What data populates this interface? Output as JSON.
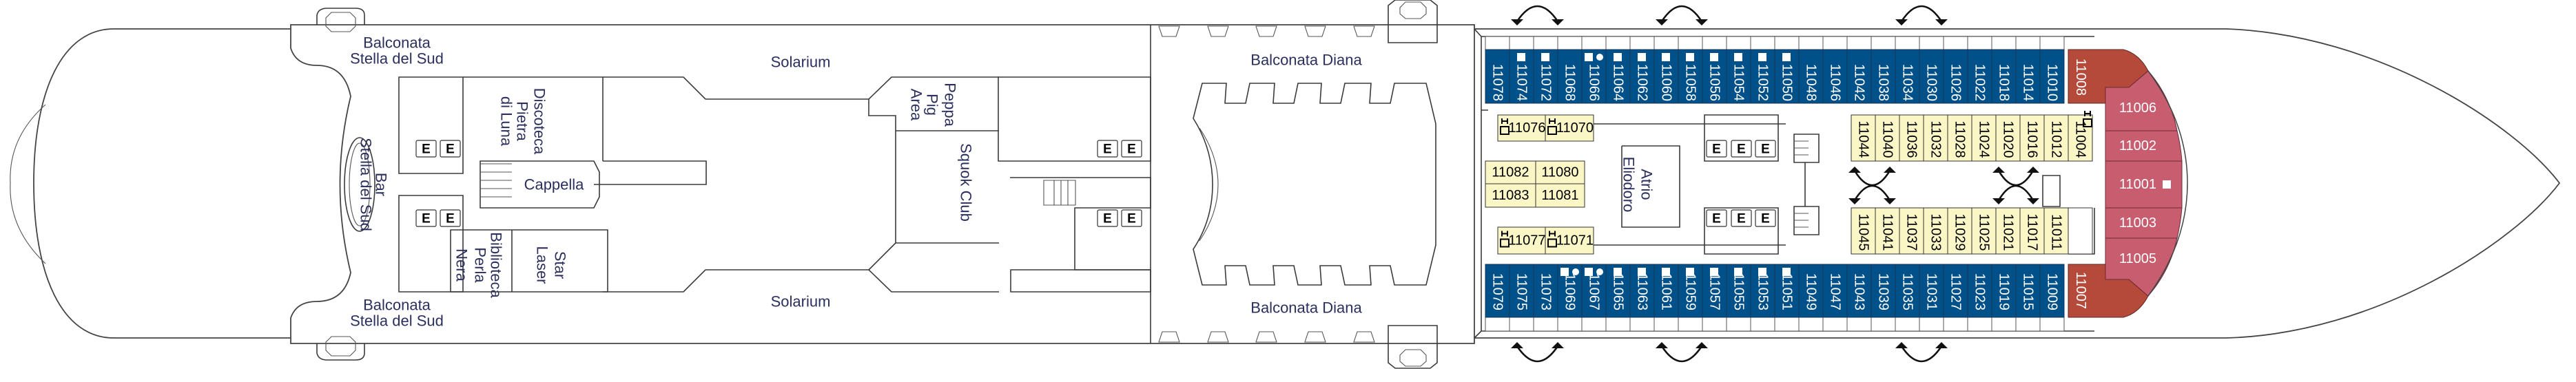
{
  "colors": {
    "balcony_cabin": "#00508a",
    "inside_cabin": "#fbf6c6",
    "corner_suite": "#b54a3b",
    "suite": "#c75d6f",
    "venue_text": "#2b2f5e"
  },
  "venues": [
    {
      "id": "balconata-stella-del-sud-top",
      "lines": [
        "Balconata",
        "Stella del Sud"
      ]
    },
    {
      "id": "balconata-stella-del-sud-bottom",
      "lines": [
        "Balconata",
        "Stella del Sud"
      ]
    },
    {
      "id": "bar-stella-del-sud",
      "lines": [
        "Bar",
        "Stella del Sud"
      ]
    },
    {
      "id": "discoteca-pietra-di-luna",
      "lines": [
        "Discoteca",
        "Pietra",
        "di Luna"
      ]
    },
    {
      "id": "cappella",
      "lines": [
        "Cappella"
      ]
    },
    {
      "id": "biblioteca-perla-nera",
      "lines": [
        "Biblioteca",
        "Perla",
        "Nera"
      ]
    },
    {
      "id": "star-laser",
      "lines": [
        "Star",
        "Laser"
      ]
    },
    {
      "id": "solarium-top",
      "lines": [
        "Solarium"
      ]
    },
    {
      "id": "solarium-bottom",
      "lines": [
        "Solarium"
      ]
    },
    {
      "id": "peppa-pig-area",
      "lines": [
        "Peppa",
        "Pig",
        "Area"
      ]
    },
    {
      "id": "squok-club",
      "lines": [
        "Squok Club"
      ]
    },
    {
      "id": "balconata-diana-top",
      "lines": [
        "Balconata Diana"
      ]
    },
    {
      "id": "balconata-diana-bottom",
      "lines": [
        "Balconata Diana"
      ]
    },
    {
      "id": "atrio-eliodoro",
      "lines": [
        "Atrio",
        "Eliodoro"
      ]
    }
  ],
  "cabins": {
    "top": [
      {
        "number": "11078",
        "marks": []
      },
      {
        "number": "11074",
        "marks": [
          "square"
        ]
      },
      {
        "number": "11072",
        "marks": [
          "square"
        ]
      },
      {
        "number": "11068",
        "marks": []
      },
      {
        "number": "11066",
        "marks": [
          "square",
          "dot"
        ]
      },
      {
        "number": "11064",
        "marks": [
          "square"
        ]
      },
      {
        "number": "11062",
        "marks": [
          "square"
        ]
      },
      {
        "number": "11060",
        "marks": [
          "square"
        ]
      },
      {
        "number": "11058",
        "marks": [
          "square"
        ]
      },
      {
        "number": "11056",
        "marks": [
          "square"
        ]
      },
      {
        "number": "11054",
        "marks": [
          "square"
        ]
      },
      {
        "number": "11052",
        "marks": [
          "square"
        ]
      },
      {
        "number": "11050",
        "marks": [
          "square"
        ]
      },
      {
        "number": "11048",
        "marks": []
      },
      {
        "number": "11046",
        "marks": []
      },
      {
        "number": "11042",
        "marks": []
      },
      {
        "number": "11038",
        "marks": []
      },
      {
        "number": "11034",
        "marks": []
      },
      {
        "number": "11030",
        "marks": []
      },
      {
        "number": "11026",
        "marks": []
      },
      {
        "number": "11022",
        "marks": []
      },
      {
        "number": "11018",
        "marks": []
      },
      {
        "number": "11014",
        "marks": []
      },
      {
        "number": "11010",
        "marks": []
      }
    ],
    "bottom": [
      {
        "number": "11079",
        "marks": []
      },
      {
        "number": "11075",
        "marks": []
      },
      {
        "number": "11073",
        "marks": []
      },
      {
        "number": "11069",
        "marks": [
          "square",
          "dot"
        ]
      },
      {
        "number": "11067",
        "marks": [
          "square",
          "dot"
        ]
      },
      {
        "number": "11065",
        "marks": [
          "square"
        ]
      },
      {
        "number": "11063",
        "marks": [
          "square"
        ]
      },
      {
        "number": "11061",
        "marks": [
          "square"
        ]
      },
      {
        "number": "11059",
        "marks": [
          "square"
        ]
      },
      {
        "number": "11057",
        "marks": [
          "square"
        ]
      },
      {
        "number": "11055",
        "marks": [
          "square"
        ]
      },
      {
        "number": "11053",
        "marks": [
          "square"
        ]
      },
      {
        "number": "11051",
        "marks": [
          "square"
        ]
      },
      {
        "number": "11049",
        "marks": []
      },
      {
        "number": "11047",
        "marks": []
      },
      {
        "number": "11043",
        "marks": []
      },
      {
        "number": "11039",
        "marks": []
      },
      {
        "number": "11035",
        "marks": []
      },
      {
        "number": "11031",
        "marks": []
      },
      {
        "number": "11027",
        "marks": []
      },
      {
        "number": "11023",
        "marks": []
      },
      {
        "number": "11019",
        "marks": []
      },
      {
        "number": "11015",
        "marks": []
      },
      {
        "number": "11009",
        "marks": []
      }
    ],
    "inner_top": [
      {
        "number": "11044"
      },
      {
        "number": "11040"
      },
      {
        "number": "11036"
      },
      {
        "number": "11032"
      },
      {
        "number": "11028"
      },
      {
        "number": "11024"
      },
      {
        "number": "11020"
      },
      {
        "number": "11016"
      },
      {
        "number": "11012"
      },
      {
        "number": "11004",
        "accessible": true
      }
    ],
    "inner_bottom": [
      {
        "number": "11045"
      },
      {
        "number": "11041"
      },
      {
        "number": "11037"
      },
      {
        "number": "11033"
      },
      {
        "number": "11029"
      },
      {
        "number": "11025"
      },
      {
        "number": "11021"
      },
      {
        "number": "11017"
      },
      {
        "number": "11011"
      }
    ],
    "aft_inner": [
      {
        "number": "11076",
        "accessible": true
      },
      {
        "number": "11070",
        "accessible": true
      },
      {
        "number": "11082"
      },
      {
        "number": "11080"
      },
      {
        "number": "11083"
      },
      {
        "number": "11081"
      },
      {
        "number": "11077",
        "accessible": true
      },
      {
        "number": "11071",
        "accessible": true
      }
    ],
    "corner": [
      {
        "number": "11008"
      },
      {
        "number": "11007"
      }
    ],
    "suites": [
      {
        "number": "11006",
        "marks": []
      },
      {
        "number": "11002",
        "marks": []
      },
      {
        "number": "11001",
        "marks": [
          "square"
        ]
      },
      {
        "number": "11003",
        "marks": []
      },
      {
        "number": "11005",
        "marks": []
      }
    ]
  },
  "legend_icons": {
    "elevator": "E",
    "accessible": "H"
  }
}
